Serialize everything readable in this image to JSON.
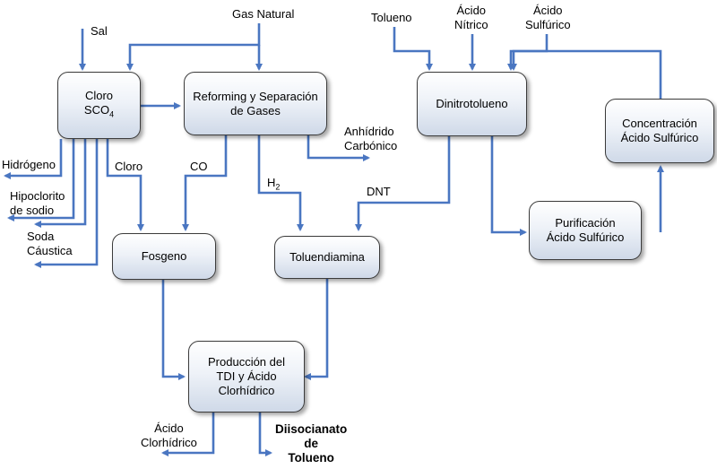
{
  "inputs": {
    "sal": "Sal",
    "gas_natural": "Gas Natural",
    "tolueno": "Tolueno",
    "acido_nitrico": [
      "Ácido",
      "Nítrico"
    ],
    "acido_sulfurico": [
      "Ácido",
      "Sulfúrico"
    ]
  },
  "boxes": {
    "cloro": {
      "line1": "Cloro",
      "line2_main": "SCO",
      "line2_sub": "4"
    },
    "reforming": [
      "Reforming y Separación",
      "de Gases"
    ],
    "dinitrotolueno": "Dinitrotolueno",
    "concentracion": [
      "Concentración",
      "Ácido Sulfúrico"
    ],
    "fosgeno": "Fosgeno",
    "toluendiamina": "Toluendiamina",
    "purificacion": [
      "Purificación",
      "Ácido Sulfúrico"
    ],
    "produccion": [
      "Producción del",
      "TDI y Ácido",
      "Clorhídrico"
    ]
  },
  "labels": {
    "hidrogeno": "Hidrógeno",
    "hipoclorito": [
      "Hipoclorito",
      "de sodio"
    ],
    "soda": [
      "Soda",
      "Cáustica"
    ],
    "cloro_flow": "Cloro",
    "co": "CO",
    "h2_main": "H",
    "h2_sub": "2",
    "anhidrido": [
      "Anhídrido",
      "Carbónico"
    ],
    "dnt": "DNT",
    "acido_clorhidrico": [
      "Ácido",
      "Clorhídrico"
    ],
    "diisocianato": [
      "Diisocianato",
      "de",
      "Tolueno"
    ]
  },
  "colors": {
    "arrow": "#4a76c1",
    "box_border": "#3b3b3b"
  }
}
